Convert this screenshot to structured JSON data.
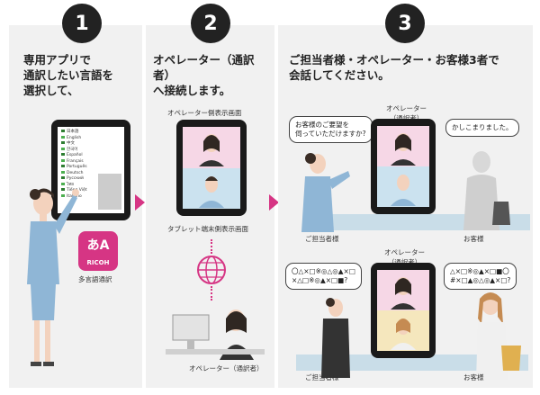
{
  "steps": [
    {
      "number": "1",
      "heading": "専用アプリで\n通訳したい言語を\n選択して、",
      "app_icon_label": "多言語通訳",
      "app_icon_brand": "RICOH",
      "app_icon_glyph": "あA",
      "app_list": [
        "日本語",
        "English",
        "中文",
        "한국어",
        "Español",
        "Français",
        "Português",
        "Deutsch",
        "Русский",
        "ไทย",
        "Tiếng Việt",
        "Italiano"
      ]
    },
    {
      "number": "2",
      "heading": "オペレーター（通訳者）\nへ接続します。",
      "operator_screen_label": "オペレーター側表示画面",
      "tablet_screen_label": "タブレット端末側表示画面",
      "operator_label": "オペレーター（通訳者）"
    },
    {
      "number": "3",
      "heading": "ご担当者様・オペレーター・お客様3者で\n会話してください。"
    }
  ],
  "scene_top": {
    "operator_label": "オペレーター\n（通訳者）",
    "staff_bubble": "お客様のご要望を\n伺っていただけますか?",
    "operator_bubble": "かしこまりました。",
    "staff_label": "ご担当者様",
    "customer_label": "お客様"
  },
  "scene_bottom": {
    "operator_label": "オペレーター\n（通訳者）",
    "staff_bubble": "〇△×□※◎△◎▲×□\n×△□※◎▲×□■?",
    "customer_bubble": "△×□※◎▲×□■〇\n#×□▲◎△◎▲×□?",
    "staff_label": "ご担当者様",
    "customer_label": "お客様"
  },
  "colors": {
    "accent": "#d63584",
    "panel": "#f1f1f1",
    "step_circle": "#222222",
    "uniform": "#8fb6d6"
  }
}
